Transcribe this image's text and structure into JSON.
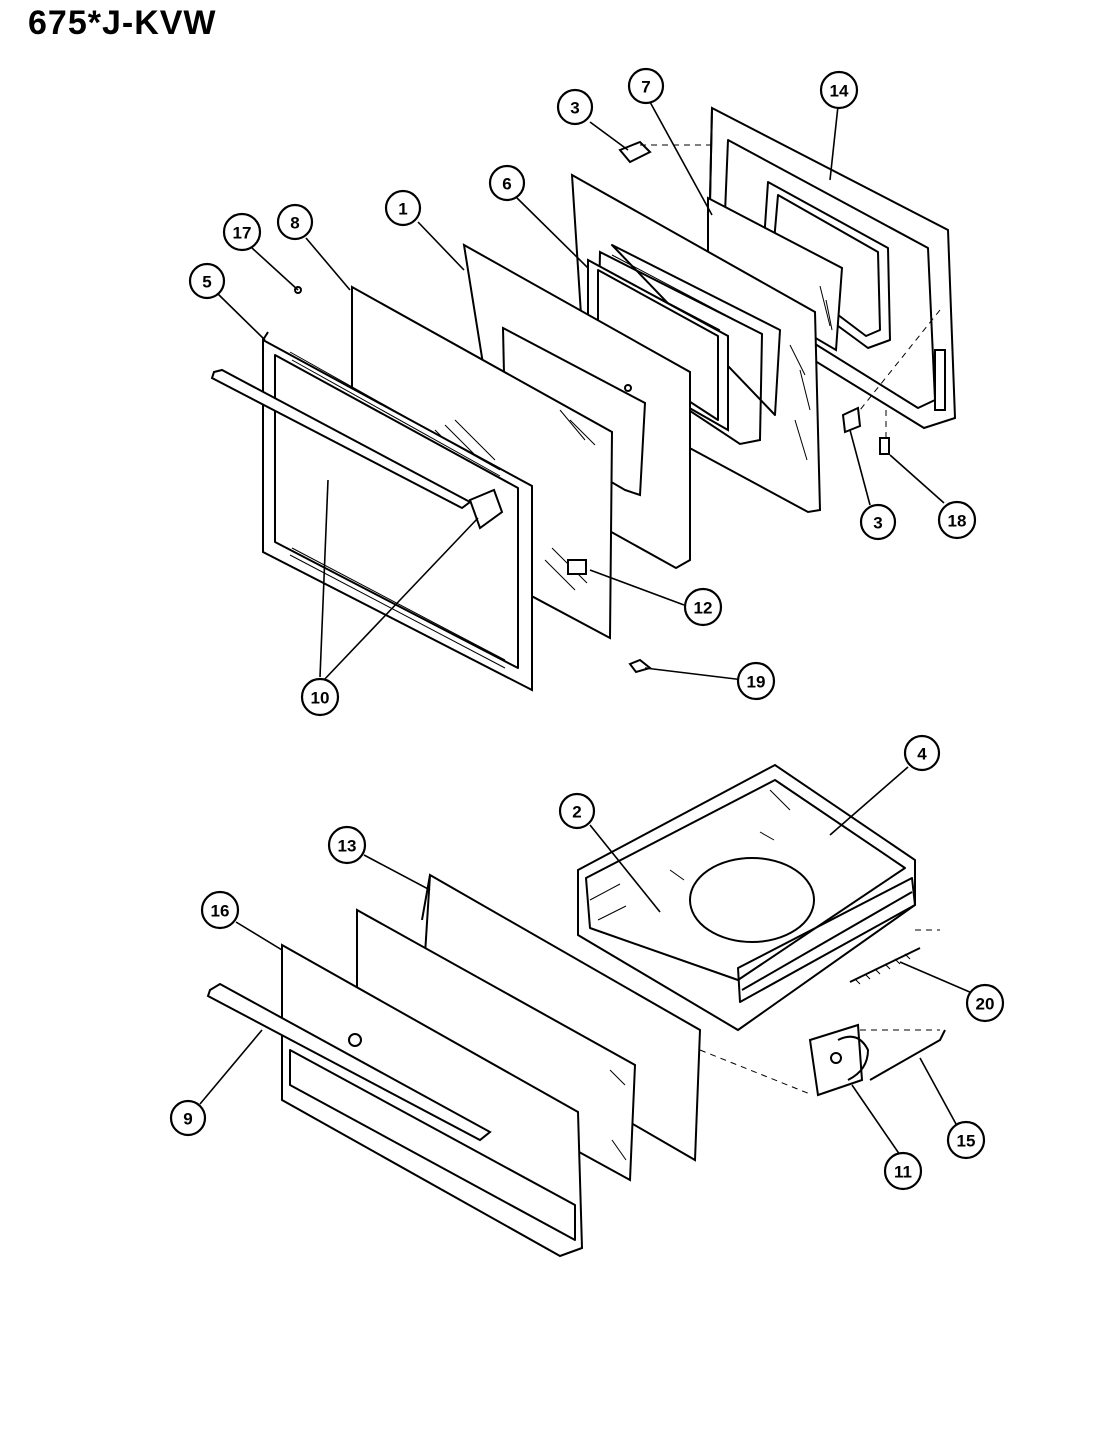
{
  "title": "675*J-KVW",
  "callouts": [
    {
      "id": "c3a",
      "label": "3"
    },
    {
      "id": "c7",
      "label": "7"
    },
    {
      "id": "c14",
      "label": "14"
    },
    {
      "id": "c6",
      "label": "6"
    },
    {
      "id": "c1",
      "label": "1"
    },
    {
      "id": "c8",
      "label": "8"
    },
    {
      "id": "c17",
      "label": "17"
    },
    {
      "id": "c5",
      "label": "5"
    },
    {
      "id": "c3b",
      "label": "3"
    },
    {
      "id": "c18",
      "label": "18"
    },
    {
      "id": "c12",
      "label": "12"
    },
    {
      "id": "c19",
      "label": "19"
    },
    {
      "id": "c10",
      "label": "10"
    },
    {
      "id": "c4",
      "label": "4"
    },
    {
      "id": "c2",
      "label": "2"
    },
    {
      "id": "c13",
      "label": "13"
    },
    {
      "id": "c16",
      "label": "16"
    },
    {
      "id": "c20",
      "label": "20"
    },
    {
      "id": "c9",
      "label": "9"
    },
    {
      "id": "c15",
      "label": "15"
    },
    {
      "id": "c11",
      "label": "11"
    }
  ]
}
